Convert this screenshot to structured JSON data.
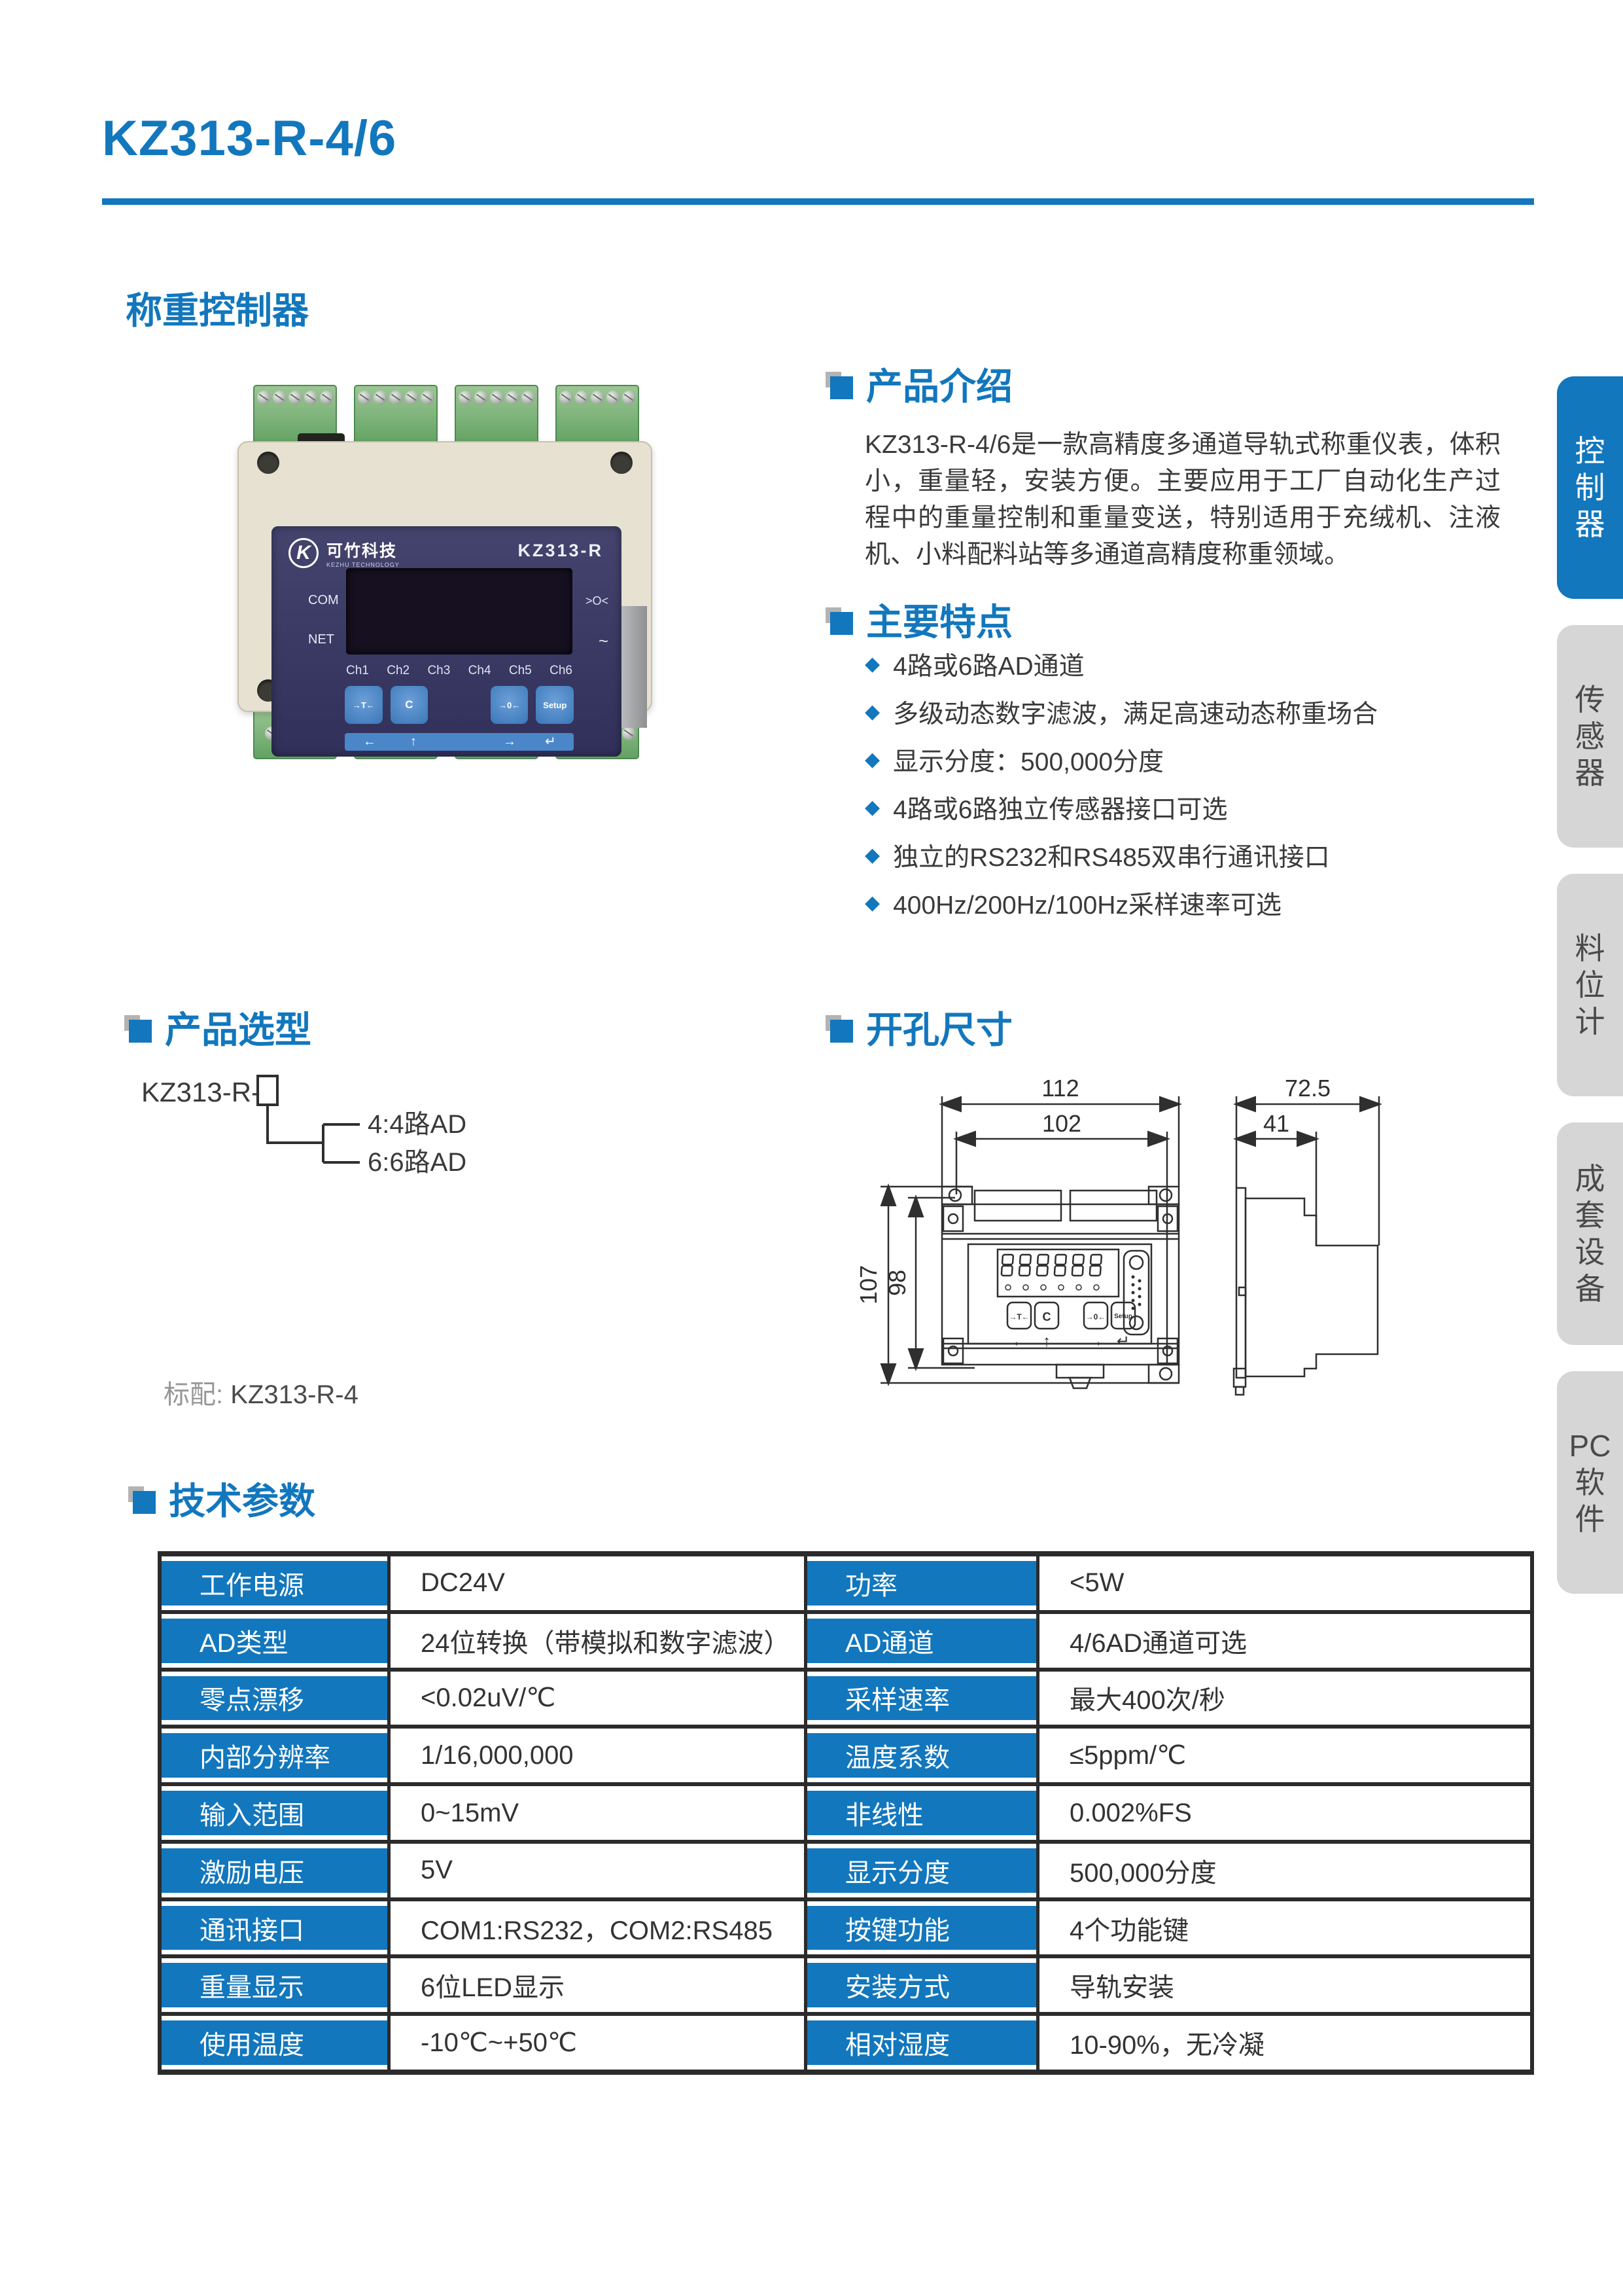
{
  "page": {
    "title": "KZ313-R-4/6",
    "subtitle": "称重控制器",
    "standard_config_label": "标配: ",
    "standard_config_value": "KZ313-R-4"
  },
  "colors": {
    "accent_blue": "#1277bd",
    "table_frame_dark": "#2b2b2b",
    "tab_inactive_gray": "#d6d6d6",
    "device_panel_navy": "#3a3a63",
    "terminal_green": "#63a263"
  },
  "sections": {
    "intro": {
      "title": "产品介绍",
      "paragraph": "KZ313-R-4/6是一款高精度多通道导轨式称重仪表，体积小，重量轻，安装方便。主要应用于工厂自动化生产过程中的重量控制和重量变送，特别适用于充绒机、注液机、小料配料站等多通道高精度称重领域。"
    },
    "features": {
      "title": "主要特点",
      "items": [
        "4路或6路AD通道",
        "多级动态数字滤波，满足高速动态称重场合",
        "显示分度：500,000分度",
        "4路或6路独立传感器接口可选",
        "独立的RS232和RS485双串行通讯接口",
        "400Hz/200Hz/100Hz采样速率可选"
      ]
    },
    "selection": {
      "title": "产品选型",
      "base_model": "KZ313-R-",
      "options": [
        "4:4路AD",
        "6:6路AD"
      ]
    },
    "dimensions": {
      "title": "开孔尺寸",
      "front": {
        "width_outer": "112",
        "width_inner": "102",
        "height_outer": "107",
        "height_inner": "98"
      },
      "side": {
        "depth_outer": "72.5",
        "depth_inner": "41"
      }
    },
    "specs": {
      "title": "技术参数",
      "rows": [
        {
          "l": "工作电源",
          "lv": "DC24V",
          "r": "功率",
          "rv": "<5W"
        },
        {
          "l": "AD类型",
          "lv": "24位转换（带模拟和数字滤波）",
          "r": "AD通道",
          "rv": "4/6AD通道可选"
        },
        {
          "l": "零点漂移",
          "lv": "<0.02uV/℃",
          "r": "采样速率",
          "rv": "最大400次/秒"
        },
        {
          "l": "内部分辨率",
          "lv": "1/16,000,000",
          "r": "温度系数",
          "rv": "≤5ppm/℃"
        },
        {
          "l": "输入范围",
          "lv": "0~15mV",
          "r": "非线性",
          "rv": "0.002%FS"
        },
        {
          "l": "激励电压",
          "lv": "5V",
          "r": "显示分度",
          "rv": "500,000分度"
        },
        {
          "l": "通讯接口",
          "lv": "COM1:RS232，COM2:RS485",
          "r": "按键功能",
          "rv": "4个功能键"
        },
        {
          "l": "重量显示",
          "lv": "6位LED显示",
          "r": "安装方式",
          "rv": "导轨安装"
        },
        {
          "l": "使用温度",
          "lv": "-10℃~+50℃",
          "r": "相对湿度",
          "rv": "10-90%，无冷凝"
        }
      ]
    }
  },
  "device": {
    "brand": "可竹科技",
    "brand_sub": "KEZHU TECHNOLOGY",
    "logo_glyph": "K",
    "model": "KZ313-R",
    "indicators": [
      "COM",
      "NET"
    ],
    "symbols": [
      ">O<",
      "~"
    ],
    "channels": [
      "Ch1",
      "Ch2",
      "Ch3",
      "Ch4",
      "Ch5",
      "Ch6"
    ],
    "buttons": [
      "→T←",
      "C",
      "→0←",
      "Setup"
    ],
    "arrows": [
      "←",
      "↑",
      "→",
      "↵"
    ]
  },
  "sidebar": {
    "tabs": [
      {
        "id": "controller",
        "label": "控制器",
        "lines": [
          "控",
          "制",
          "器"
        ],
        "active": true
      },
      {
        "id": "sensor",
        "label": "传感器",
        "lines": [
          "传",
          "感",
          "器"
        ],
        "active": false
      },
      {
        "id": "level-meter",
        "label": "料位计",
        "lines": [
          "料",
          "位",
          "计"
        ],
        "active": false
      },
      {
        "id": "complete-equipment",
        "label": "成套设备",
        "lines": [
          "成",
          "套",
          "设",
          "备"
        ],
        "active": false
      },
      {
        "id": "pc-software",
        "label": "PC软件",
        "lines": [
          "PC",
          "软",
          "件"
        ],
        "active": false
      }
    ]
  }
}
